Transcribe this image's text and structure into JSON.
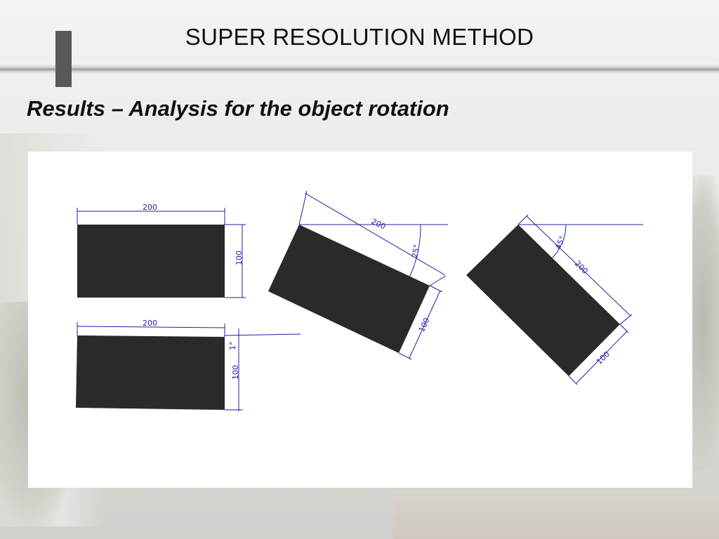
{
  "slide": {
    "title": "SUPER RESOLUTION METHOD",
    "subtitle": "Results – Analysis for the object rotation"
  },
  "figure": {
    "shapes": [
      {
        "id": "rect-0deg",
        "length_label": "200",
        "width_label": "100",
        "angle_label": ""
      },
      {
        "id": "rect-1deg",
        "length_label": "200",
        "width_label": "100",
        "angle_label": "1°"
      },
      {
        "id": "rect-25deg",
        "length_label": "200",
        "width_label": "100",
        "angle_label": "25°"
      },
      {
        "id": "rect-45deg",
        "length_label": "200",
        "width_label": "100",
        "angle_label": "45°"
      }
    ]
  },
  "colors": {
    "block_fill": "#2a2a2a",
    "dimension_line": "#1f1fa8",
    "title_mark": "#585858"
  }
}
